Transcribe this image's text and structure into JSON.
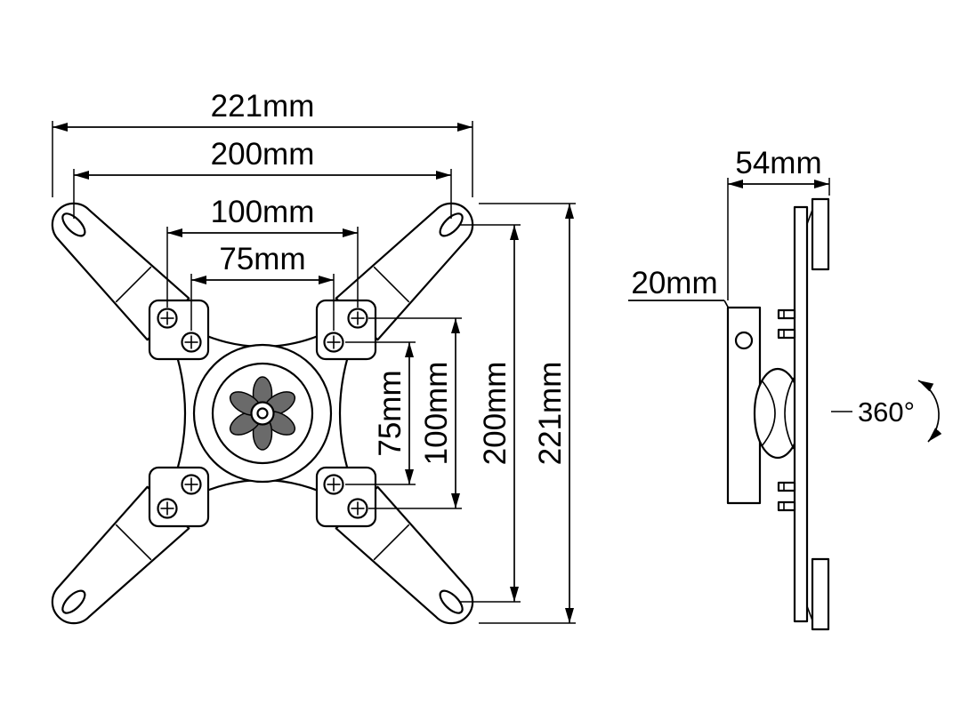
{
  "canvas": {
    "background": "#ffffff",
    "line_color": "#000000",
    "shade_color": "#ededed"
  },
  "front_view": {
    "horizontal_dims": {
      "outer": "221mm",
      "mount_holes": "200mm",
      "vesa_100": "100mm",
      "vesa_75": "75mm"
    },
    "vertical_dims": {
      "vesa_75": "75mm",
      "vesa_100": "100mm",
      "mount_holes": "200mm",
      "outer": "221mm"
    }
  },
  "side_view": {
    "depth_overall": "54mm",
    "wall_plate_depth": "20mm",
    "swivel_rotation": "360°"
  }
}
